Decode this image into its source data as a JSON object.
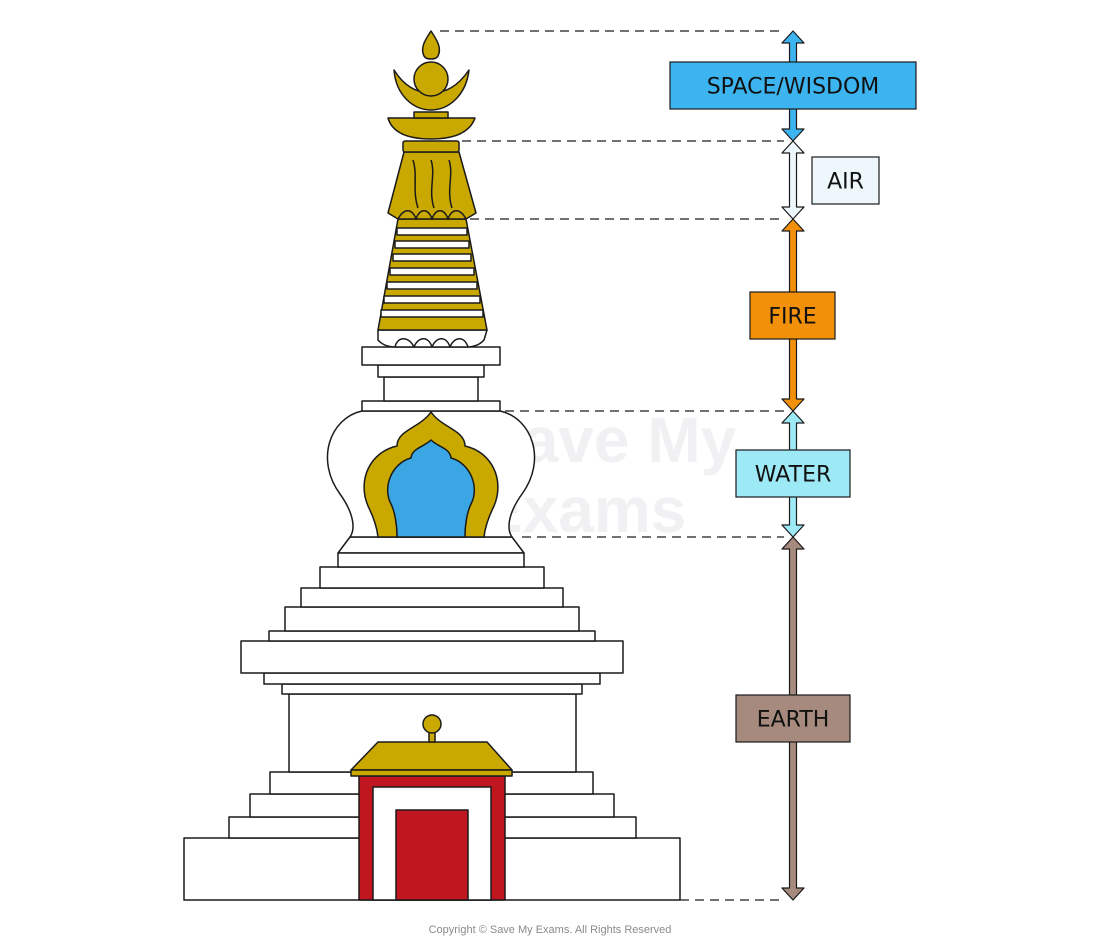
{
  "diagram": {
    "elements": [
      {
        "id": "space",
        "label": "SPACE/WISDOM",
        "color": "#3cb4f0",
        "text_color": "#111111"
      },
      {
        "id": "air",
        "label": "AIR",
        "color": "#eef8fc",
        "text_color": "#111111"
      },
      {
        "id": "fire",
        "label": "FIRE",
        "color": "#f2900a",
        "text_color": "#111111"
      },
      {
        "id": "water",
        "label": "WATER",
        "color": "#9ee9f6",
        "text_color": "#111111"
      },
      {
        "id": "earth",
        "label": "EARTH",
        "color": "#a58a7d",
        "text_color": "#111111"
      }
    ]
  },
  "colors": {
    "gold": "#c9a800",
    "red": "#c0161f",
    "blue_niche": "#3aa6e3",
    "outline": "#1a1a1a",
    "white": "#ffffff"
  },
  "watermark": {
    "line1": "Save My",
    "line2": "Exams"
  },
  "copyright": "Copyright © Save My Exams. All Rights Reserved"
}
